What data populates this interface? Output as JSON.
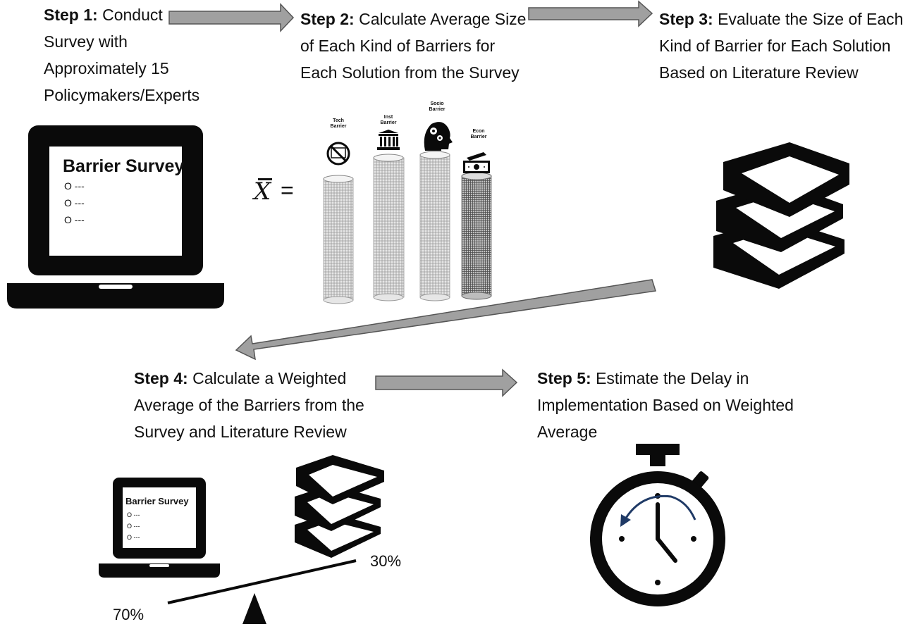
{
  "steps": [
    {
      "label": "Step 1:",
      "lines": [
        "Conduct",
        "Survey with",
        "Approximately 15",
        "Policymakers/Experts"
      ]
    },
    {
      "label": "Step 2:",
      "lines": [
        "Calculate Average Size",
        "of Each Kind of Barriers for",
        "Each Solution from the Survey"
      ]
    },
    {
      "label": "Step 3:",
      "lines": [
        "Evaluate the Size of Each",
        "Kind of Barrier for Each Solution",
        "Based on Literature Review"
      ]
    },
    {
      "label": "Step 4:",
      "lines": [
        "Calculate a Weighted",
        "Average of the Barriers from the",
        "Survey and Literature Review"
      ]
    },
    {
      "label": "Step 5:",
      "lines": [
        "Estimate the Delay in",
        "Implementation Based on Weighted",
        "Average"
      ]
    }
  ],
  "survey": {
    "title": "Barrier Survey",
    "option_big": "O ---",
    "option_small": "O ---"
  },
  "average": {
    "symbol": "X",
    "equals": "="
  },
  "barriers": [
    {
      "label_line1": "Tech",
      "label_line2": "Barrier",
      "icon": "no-tech-icon"
    },
    {
      "label_line1": "Inst",
      "label_line2": "Barrier",
      "icon": "institution-icon"
    },
    {
      "label_line1": "Socio",
      "label_line2": "Barrier",
      "icon": "head-gears-icon"
    },
    {
      "label_line1": "Econ",
      "label_line2": "Barrier",
      "icon": "money-icon"
    }
  ],
  "weights": {
    "literature": "30%",
    "survey": "70%"
  },
  "colors": {
    "arrow_fill": "#a0a0a0",
    "arrow_stroke": "#555555",
    "icon_black": "#0a0a0a"
  }
}
